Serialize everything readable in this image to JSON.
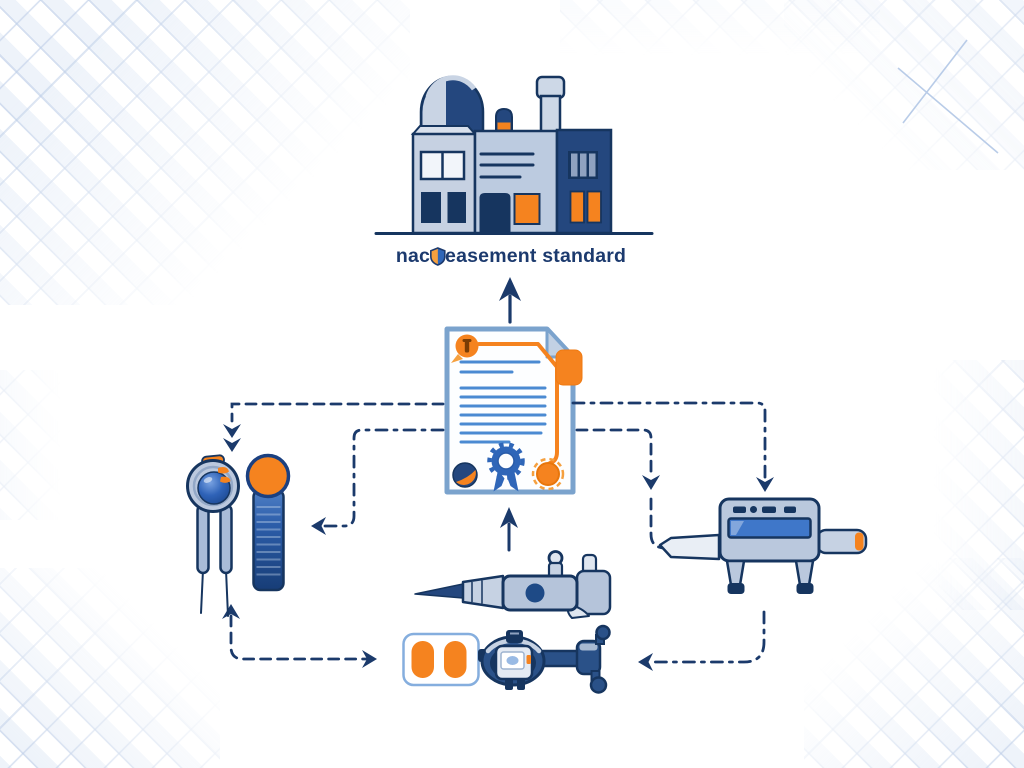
{
  "caption": {
    "prefix": "nac",
    "suffix": "easement standard",
    "icon": "shield-icon"
  },
  "palette": {
    "navy_outline": "#16355f",
    "navy_arrow": "#1b3a6b",
    "royal_blue": "#2f66b8",
    "steel_blue": "#b9c8dd",
    "light_steel": "#dfe6f0",
    "orange": "#f5831f",
    "certificate_border": "#7ba3cd",
    "certificate_text_lines": "#4b8ad2",
    "background_pattern": "#bacbe6",
    "background": "#ffffff"
  },
  "nodes": [
    {
      "id": "standards-building",
      "icon": "factory-building-icon",
      "position": "top-center"
    },
    {
      "id": "calibration-certificate",
      "icon": "certificate-document-icon",
      "position": "center"
    },
    {
      "id": "dial-ring-gauge",
      "icon": "ring-gauge-icon",
      "position": "middle-left"
    },
    {
      "id": "pin-gauge",
      "icon": "pin-gauge-icon",
      "position": "middle-left"
    },
    {
      "id": "digital-caliper",
      "icon": "digital-caliper-icon",
      "position": "middle-right"
    },
    {
      "id": "scriber-tool",
      "icon": "scriber-tool-icon",
      "position": "bottom-center"
    },
    {
      "id": "gauge-blocks",
      "icon": "gauge-blocks-icon",
      "position": "bottom-center-left"
    },
    {
      "id": "micrometer",
      "icon": "micrometer-icon",
      "position": "bottom-center-right"
    }
  ],
  "arrows": [
    {
      "id": "certificate-to-building",
      "style": "solid",
      "direction": "up"
    },
    {
      "id": "tools-to-certificate",
      "style": "solid",
      "direction": "up"
    },
    {
      "id": "certificate-to-left-gauges",
      "style": "dashed",
      "direction": "down",
      "heads": 2
    },
    {
      "id": "certificate-to-pin-gauge",
      "style": "dash-dot",
      "direction": "left"
    },
    {
      "id": "certificate-to-caliper-outer",
      "style": "dash-dot",
      "direction": "down"
    },
    {
      "id": "certificate-to-caliper-inner",
      "style": "dashed",
      "direction": "down"
    },
    {
      "id": "bottom-left-up-and-right",
      "style": "dashed",
      "direction": "up-and-right"
    },
    {
      "id": "caliper-to-micrometer",
      "style": "dash-dot",
      "direction": "left"
    }
  ]
}
